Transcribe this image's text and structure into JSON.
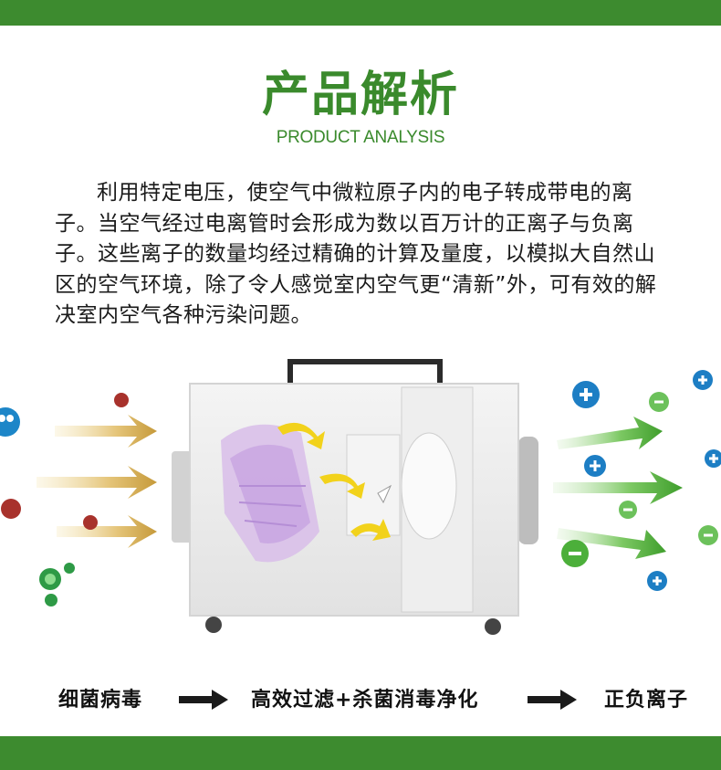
{
  "header": {
    "title": "产品解析",
    "subtitle": "PRODUCT ANALYSIS"
  },
  "description": "利用特定电压，使空气中微粒原子内的电子转成带电的离子。当空气经过电离管时会形成为数以百万计的正离子与负离子。这些离子的数量均经过精确的计算及量度，以模拟大自然山区的空气环境，除了令人感觉室内空气更“清新”外，可有效的解决室内空气各种污染问题。",
  "flow": {
    "step1": "细菌病毒",
    "step2": "高效过滤+杀菌消毒净化",
    "step3": "正负离子"
  },
  "colors": {
    "brand_green": "#3d8b2f",
    "arrow_green": "#4caf3a",
    "arrow_gold": "#c9a24a",
    "filter_purple": "#c7a6e0",
    "airflow_yellow": "#f2d21b",
    "ion_blue": "#1d7ec4"
  },
  "icons": {
    "germ": "germ-icon",
    "virus_mascot": "virus-mascot-icon",
    "plus_ion": "plus-ion-icon",
    "minus_ion": "minus-ion-icon",
    "arrow_right": "arrow-right-icon"
  }
}
